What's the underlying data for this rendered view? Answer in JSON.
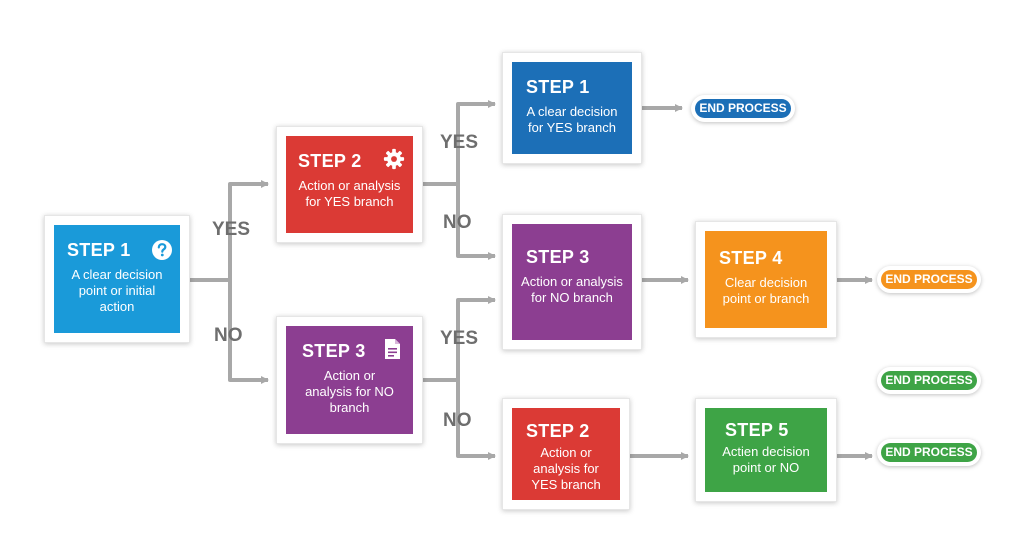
{
  "colors": {
    "blue": "#1a9ad9",
    "red": "#db3a35",
    "purple": "#8c3e91",
    "navy": "#1c6fb7",
    "orange": "#f5931d",
    "green": "#3ea446",
    "connector": "#a8a8a8",
    "branch_label": "#6e6e6e"
  },
  "nodes": {
    "start": {
      "title": "STEP 1",
      "text": "A clear decision\npoint or initial\naction",
      "icon": "question-icon"
    },
    "yes_branch": {
      "title": "STEP 2",
      "text": "Action or analysis\nfor YES branch",
      "icon": "gear-icon"
    },
    "no_branch": {
      "title": "STEP 3",
      "text": "Action or\nanalysis for NO\nbranch",
      "icon": "document-icon"
    },
    "yes_yes": {
      "title": "STEP 1",
      "text": "A clear decision\nfor YES branch"
    },
    "yes_no": {
      "title": "STEP 3",
      "text": "Action or analysis\nfor NO branch"
    },
    "no_no": {
      "title": "STEP 2",
      "text": "Action or\nanalysis for\nYES branch"
    },
    "step4": {
      "title": "STEP 4",
      "text": "Clear decision\npoint or branch"
    },
    "step5": {
      "title": "STEP 5",
      "text": "Actien decision\npoint or NO"
    }
  },
  "end_pills": [
    {
      "label": "END PROCESS",
      "color": "#1c6fb7"
    },
    {
      "label": "END PROCESS",
      "color": "#f5931d"
    },
    {
      "label": "END PROCESS",
      "color": "#3ea446"
    },
    {
      "label": "END PROCESS",
      "color": "#3ea446"
    }
  ],
  "branch_labels": {
    "yes_1": "YES",
    "no_1": "NO",
    "yes_2": "YES",
    "no_2": "NO",
    "yes_3": "YES",
    "no_3": "NO"
  }
}
